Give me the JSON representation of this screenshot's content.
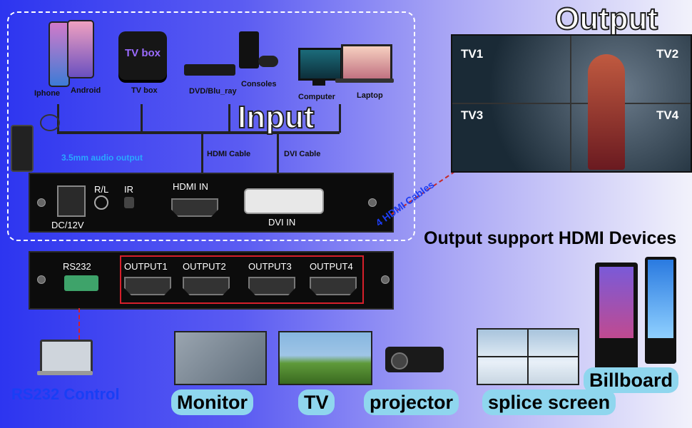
{
  "headings": {
    "output": "Output",
    "input": "Input",
    "output_support": "Output support HDMI Devices",
    "hdmi_cables": "4 HDMI Cables"
  },
  "sources": {
    "iphone": "Iphone",
    "android": "Android",
    "tvbox": "TV box",
    "tvbox_brand": "TV box",
    "dvd": "DVD/Blu_ray",
    "consoles": "Consoles",
    "computer": "Computer",
    "laptop": "Laptop"
  },
  "cables": {
    "audio": "3.5mm audio output",
    "hdmi": "HDMI Cable",
    "dvi": "DVI Cable"
  },
  "input_panel": {
    "dc": "DC/12V",
    "rl": "R/L",
    "ir": "IR",
    "hdmi_in": "HDMI IN",
    "dvi_in": "DVI IN"
  },
  "output_panel": {
    "rs232": "RS232",
    "outputs": [
      "OUTPUT1",
      "OUTPUT2",
      "OUTPUT3",
      "OUTPUT4"
    ]
  },
  "video_wall": {
    "tvs": [
      "TV1",
      "TV2",
      "TV3",
      "TV4"
    ]
  },
  "rs232_control": "RS232 Control",
  "devices": [
    "Monitor",
    "TV",
    "projector",
    "splice screen",
    "Billboard"
  ]
}
